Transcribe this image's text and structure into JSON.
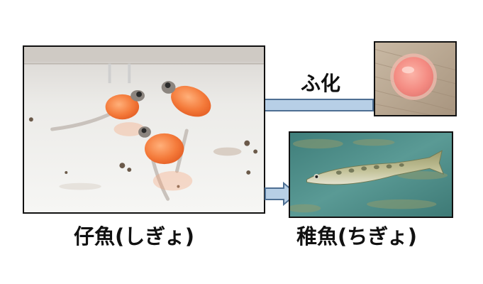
{
  "labels": {
    "hatch": "ふ化",
    "alevin": "仔魚(しぎょ)",
    "fry": "稚魚(ちぎょ)"
  },
  "colors": {
    "arrow_fill": "#b7cfe6",
    "arrow_stroke": "#4e6f93",
    "frame": "#111111",
    "egg": "#f48b82",
    "yolk": "#f07a3f",
    "water": "#4a8a86"
  },
  "photos": {
    "egg": "salmon-egg-photo",
    "alevin": "alevin-photo",
    "fry": "fry-photo"
  }
}
